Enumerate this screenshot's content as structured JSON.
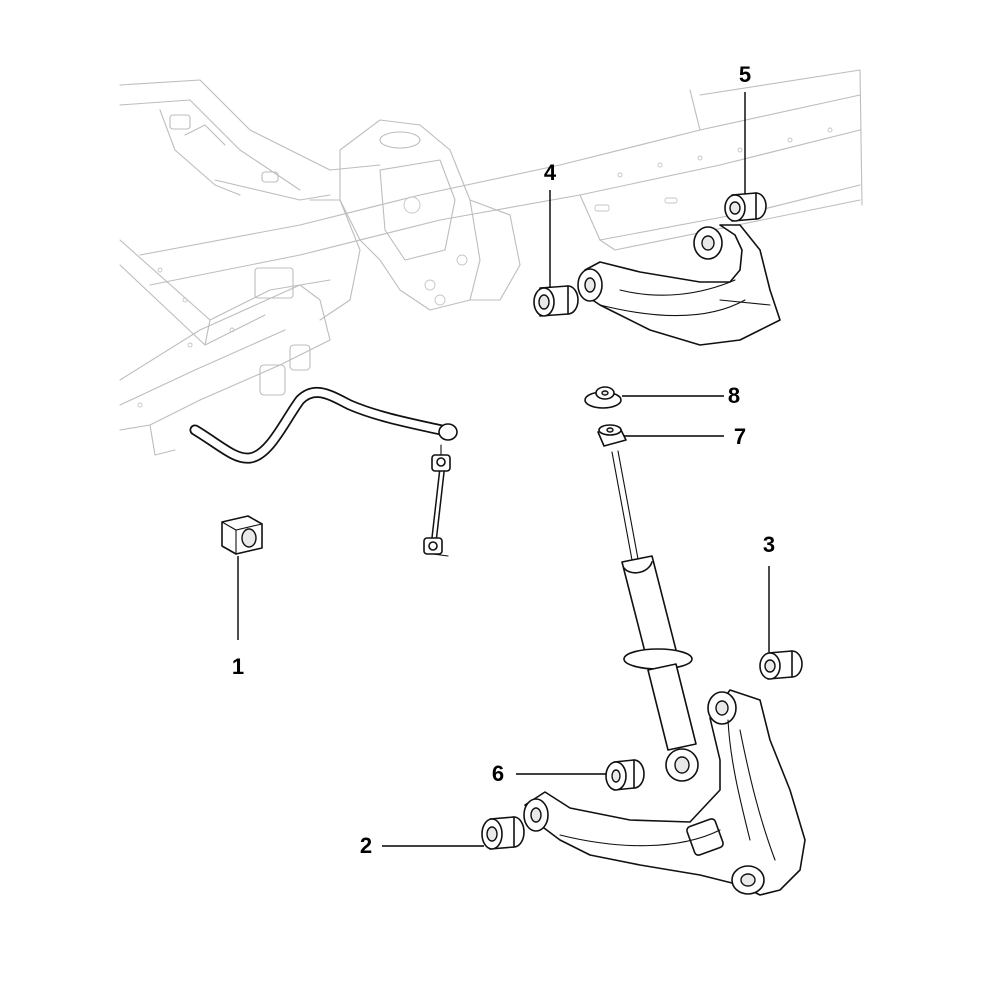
{
  "callouts": [
    {
      "label": "1",
      "part": "stabilizer-bushing"
    },
    {
      "label": "2",
      "part": "lower-arm-front-bushing"
    },
    {
      "label": "3",
      "part": "lower-arm-rear-bushing"
    },
    {
      "label": "4",
      "part": "upper-arm-front-bushing"
    },
    {
      "label": "5",
      "part": "upper-arm-rear-bushing"
    },
    {
      "label": "6",
      "part": "shock-lower-bushing"
    },
    {
      "label": "7",
      "part": "shock-upper-lower-mount"
    },
    {
      "label": "8",
      "part": "shock-upper-upper-mount"
    }
  ],
  "colors": {
    "frame_line": "#bdbdbd",
    "part_line": "#111111",
    "leader": "#000000",
    "background": "#ffffff"
  }
}
